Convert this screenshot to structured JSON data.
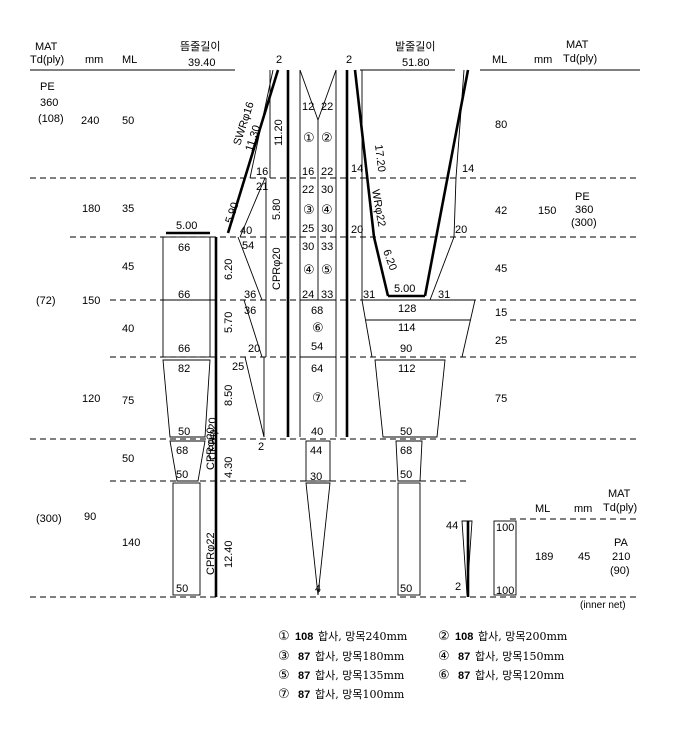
{
  "header": {
    "mat_td_left": [
      "MAT",
      "Td(ply)"
    ],
    "mm_left": "mm",
    "ml_left": "ML",
    "top_section_title": "뜸줄길이",
    "top_section_value": "39.40",
    "bottom_section_title": "발줄길이",
    "bottom_section_value": "51.80",
    "ml_right": "ML",
    "mm_right": "mm",
    "mat_td_right": [
      "MAT",
      "Td(ply)"
    ],
    "num_top_left": "2",
    "num_top_right": "2"
  },
  "left_table": {
    "mat_pe": [
      "PE",
      "360",
      "(108)"
    ],
    "mat_72": "(72)",
    "mat_300": "(300)",
    "mm": [
      "240",
      "180",
      "150",
      "120",
      "90"
    ],
    "ml": [
      "50",
      "35",
      "45",
      "40",
      "75",
      "50",
      "140"
    ]
  },
  "right_table": {
    "ml": [
      "80",
      "42",
      "45",
      "15",
      "25",
      "75"
    ],
    "mm": "150",
    "mat_pe": [
      "PE",
      "360",
      "(300)"
    ]
  },
  "upper_panel": {
    "label_5_00": "5.00",
    "col_a": [
      "66",
      "66",
      "66",
      "82",
      "50"
    ],
    "col_b_vertical": [
      "6.20",
      "5.70",
      "8.50",
      "CPRφ20"
    ],
    "wing": [
      "SWRφ16",
      "11.30",
      "5.90",
      "11.20",
      "5.80",
      "CPRφ20",
      "16",
      "21",
      "40",
      "54",
      "36",
      "36",
      "20",
      "25",
      "2"
    ]
  },
  "center_panel": {
    "labels": [
      "12",
      "22",
      "16",
      "22",
      "22",
      "30",
      "25",
      "30",
      "30",
      "33",
      "24",
      "33",
      "68",
      "54",
      "64",
      "40",
      "44",
      "30",
      "4"
    ],
    "circles": [
      "①",
      "②",
      "③",
      "④",
      "④",
      "⑤",
      "⑥",
      "⑦"
    ]
  },
  "lower_panel": {
    "wing": [
      "17.20",
      "WRφ22",
      "6.20",
      "5.00",
      "14",
      "14",
      "20",
      "20",
      "31",
      "31",
      "128",
      "114",
      "90",
      "112",
      "50"
    ]
  },
  "bottom_left": {
    "col_a": [
      "68",
      "50",
      "50"
    ],
    "vertical": [
      "CPRφ20",
      "4.30",
      "CPRφ22",
      "12.40"
    ],
    "col_c": [
      "68",
      "50",
      "50"
    ]
  },
  "inner_net": {
    "ml": "ML",
    "mm": "mm",
    "mat_td": [
      "MAT",
      "Td(ply)"
    ],
    "vals": [
      "44",
      "100",
      "2",
      "100"
    ],
    "ml_val": "189",
    "mm_val": "45",
    "mat": [
      "PA",
      "210",
      "(90)"
    ],
    "caption": "(inner net)"
  },
  "legend": [
    {
      "num": "①",
      "ply": "108",
      "rest": "합사, 망목240mm"
    },
    {
      "num": "②",
      "ply": "108",
      "rest": "합사, 망목200mm"
    },
    {
      "num": "③",
      "ply": "87",
      "rest": "합사, 망목180mm"
    },
    {
      "num": "④",
      "ply": "87",
      "rest": "합사, 망목150mm"
    },
    {
      "num": "⑤",
      "ply": "87",
      "rest": "합사, 망목135mm"
    },
    {
      "num": "⑥",
      "ply": "87",
      "rest": "합사, 망목120mm"
    },
    {
      "num": "⑦",
      "ply": "87",
      "rest": "합사, 망목100mm"
    }
  ]
}
